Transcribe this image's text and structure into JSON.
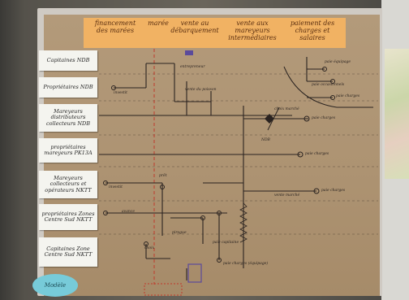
{
  "header": {
    "cols": [
      "financement des marées",
      "marée",
      "vente au débarquement",
      "vente aux mareyeurs intermédiaires",
      "paiement des charges et salaires"
    ]
  },
  "actors": [
    "Capitaines NDB",
    "Propriétaires NDB",
    "Mareyeurs distributeurs collecteurs NDB",
    "propriétaires mareyeurs PK13A",
    "Mareyeurs collecteurs et opérateurs NKTT",
    "propriétaires Zones Centre Sud NKTT",
    "Capitaines Zone Centre Sud NKTT"
  ],
  "modele": "Modèle",
  "notes": {
    "paie_equipage": "paie équipage",
    "paie_occasionnels": "paie occasionnels",
    "paie_charges_right": "paie charges",
    "vente_poisson": "vente du poisson",
    "choix_marche": "choix marché",
    "paie_charges_1": "paie charges",
    "ndb": "NDB",
    "paie_charges_2": "paie charges",
    "vente_marche": "vente marché",
    "paie_charges_3": "paie charges",
    "paie_capitaine": "paie capitaine",
    "paie_charges_eq": "paie charges (équipage)",
    "pirogue": "pirogue",
    "entrepreneur": "entrepreneur",
    "choix": "choix",
    "investit": "investit",
    "investit_2": "investit",
    "avance": "avance",
    "pret": "prêt"
  },
  "colors": {
    "paper": "#ad9372",
    "orange_band": "#f1b263",
    "ink": "#2a2320",
    "red_dash": "#c0392b",
    "purple_ink": "#5b4a9b",
    "cyan_oval": "#77cbd9"
  }
}
